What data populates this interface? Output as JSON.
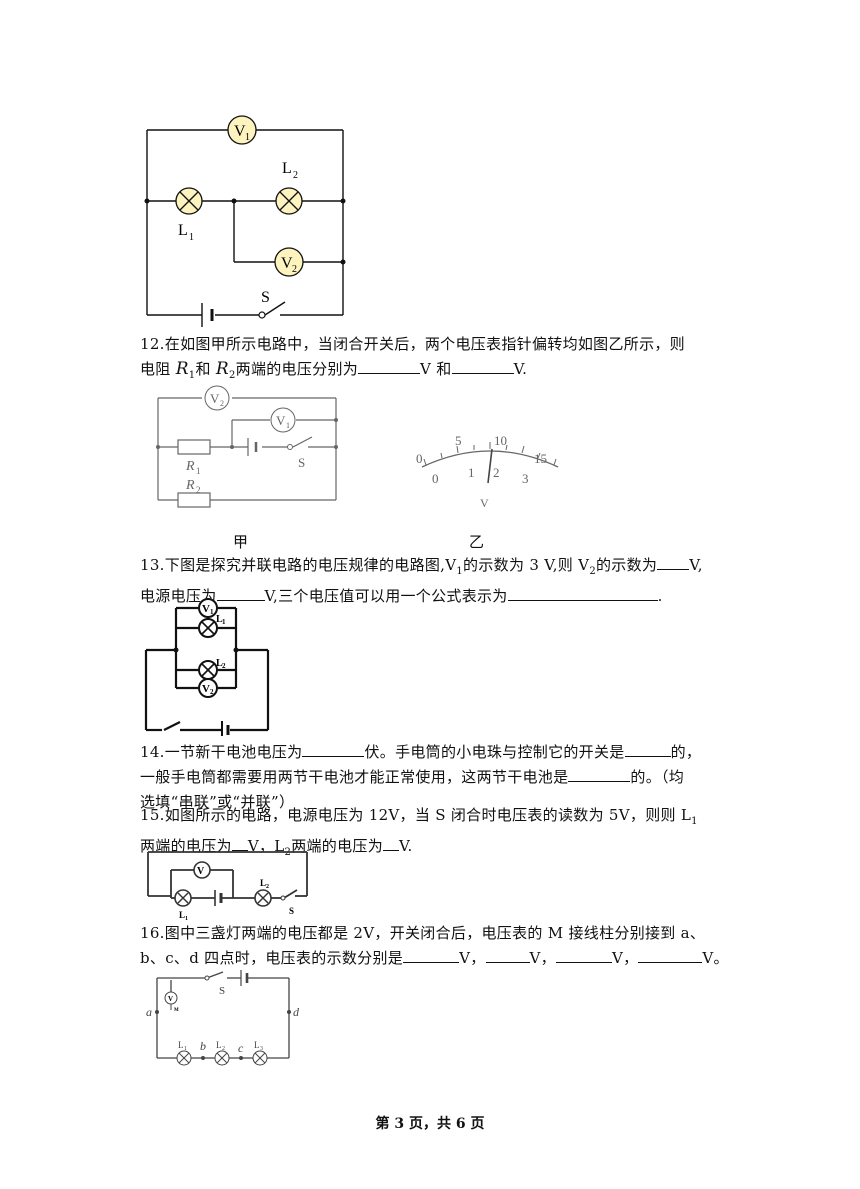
{
  "fig11": {
    "v1": "V",
    "v1_sub": "1",
    "v2": "V",
    "v2_sub": "2",
    "l1": "L",
    "l1_sub": "1",
    "l2": "L",
    "l2_sub": "2",
    "s": "S"
  },
  "q12": {
    "number": "12.",
    "line1": "在如图甲所示电路中，当闭合开关后，两个电压表指针偏转均如图乙所示，则",
    "line2_a": "电阻",
    "r1": "R",
    "r1_sub": "1",
    "line2_b": "和",
    "r2": "R",
    "r2_sub": "2",
    "line2_c": "两端的电压分别为",
    "unit1": "V 和",
    "unit2": "V.",
    "fig_jia": "甲",
    "fig_yi": "乙",
    "circuit": {
      "v2": "V",
      "v2_sub": "2",
      "v1": "V",
      "v1_sub": "1",
      "r1": "R",
      "r1_sub": "1",
      "r2": "R",
      "r2_sub": "2",
      "s": "S"
    },
    "meter": {
      "top": [
        "0",
        "5",
        "10",
        "15"
      ],
      "bottom": [
        "0",
        "1",
        "2",
        "3"
      ],
      "unit": "V"
    }
  },
  "q13": {
    "number": "13.",
    "line1_a": "下图是探究并联电路的电压规律的电路图,V",
    "v1_sub": "1",
    "line1_b": "的示数为 3 V,则 V",
    "v2_sub": "2",
    "line1_c": "的示数为",
    "line1_d": "V,",
    "line2_a": "电源电压为",
    "line2_b": "V,三个电压值可以用一个公式表示为",
    "line2_c": ".",
    "circuit": {
      "v1": "V",
      "v1_sub": "1",
      "l1": "L",
      "l1_sub": "1",
      "l2": "L",
      "l2_sub": "2",
      "v2": "V",
      "v2_sub": "2"
    }
  },
  "q14": {
    "number": "14.",
    "line1_a": "一节新干电池电压为",
    "line1_b": "伏。手电筒的小电珠与控制它的开关是",
    "line1_c": "的，",
    "line2_a": "一般手电筒都需要用两节干电池才能正常使用，这两节干电池是",
    "line2_b": "的。（均",
    "line3": "选填“串联”或“并联”）"
  },
  "q15": {
    "number": "15.",
    "line1_a": "如图所示的电路，电源电压为 12V，当 S 闭合时电压表的读数为 5V，则则 L",
    "line1_sub": "1",
    "line2_a": "两端的电压为",
    "line2_b": "V，L",
    "line2_sub": "2",
    "line2_c": "两端的电压为",
    "line2_d": "V.",
    "circuit": {
      "v": "V",
      "l1": "L",
      "l1_sub": "1",
      "l2": "L",
      "l2_sub": "2",
      "s": "S"
    }
  },
  "q16": {
    "number": "16.",
    "line1": "图中三盏灯两端的电压都是 2V，开关闭合后，电压表的 M 接线柱分别接到 a、",
    "line2_a": "b、c、d 四点时，电压表的示数分别是",
    "u1": "V，",
    "u2": "V，",
    "u3": "V，",
    "u4": "V。",
    "circuit": {
      "v": "V",
      "m": "M",
      "s": "S",
      "a": "a",
      "b": "b",
      "c": "c",
      "d": "d",
      "l1": "L",
      "l1_sub": "1",
      "l2": "L",
      "l2_sub": "2",
      "l3": "L",
      "l3_sub": "3"
    }
  },
  "footer": {
    "text": "第 3 页，共 6 页"
  }
}
